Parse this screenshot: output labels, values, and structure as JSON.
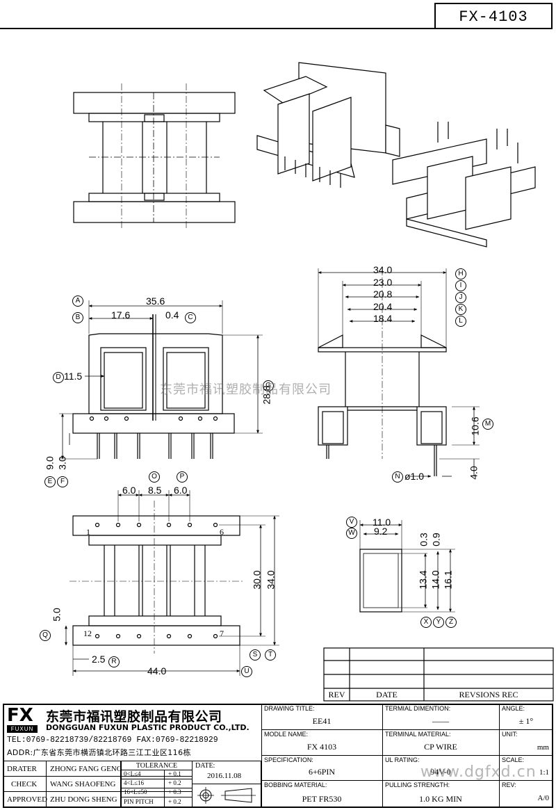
{
  "part_number": "FX-4103",
  "watermark": "东莞市福讯塑胶制品有限公司",
  "url_watermark": "www.dgfxd.cn",
  "drawing": {
    "top": {
      "A": "35.6",
      "B_left": "17.6",
      "C_gap": "0.4",
      "D": "11.5",
      "H_vertical": "28.8",
      "E": "9.0",
      "F": "3.0",
      "callouts": [
        "A",
        "B",
        "C",
        "D",
        "G",
        "E",
        "F"
      ]
    },
    "right": {
      "dims": [
        "34.0",
        "23.0",
        "20.8",
        "20.4",
        "18.4"
      ],
      "letters": [
        "H",
        "I",
        "J",
        "K",
        "L"
      ],
      "M": "10.6",
      "N_dia": "ø1.0",
      "depth": "4.0",
      "M_letter": "M",
      "N_letter": "N"
    },
    "bottom": {
      "pitch_left": "6.0",
      "pitch_mid": "8.5",
      "pitch_right": "6.0",
      "pin1": "1",
      "pin6": "6",
      "pin7": "7",
      "pin12": "12",
      "height_inner": "30.0",
      "height_outer": "34.0",
      "Q": "5.0",
      "R": "2.5",
      "width": "44.0",
      "callouts": [
        "O",
        "P",
        "Q",
        "R",
        "S",
        "T",
        "U"
      ]
    },
    "small": {
      "V": "11.0",
      "W": "9.2",
      "t1": "0.3",
      "t2": "0.9",
      "h1": "13.4",
      "h2": "14.0",
      "h3": "16.1",
      "callouts": [
        "V",
        "W",
        "X",
        "Y",
        "Z"
      ]
    }
  },
  "revision_table": {
    "headers": [
      "REV",
      "DATE",
      "REVSIONS REC"
    ]
  },
  "company": {
    "logo": "FX",
    "logo_sub": "FUXUN",
    "name_cn": "东莞市福讯塑胶制品有限公司",
    "name_en": "DONGGUAN FUXUN PLASTIC PRODUCT CO.,LTD.",
    "tel": "TEL:0769-82218739/82218769 FAX:0769-82218929",
    "addr": "ADDR:广东省东莞市横沥镇北环路三江工业区116栋"
  },
  "staff": [
    {
      "role": "DRATER",
      "name": "ZHONG FANG GENG"
    },
    {
      "role": "CHECK",
      "name": "WANG SHAOFENG"
    },
    {
      "role": "APPROVED",
      "name": "ZHU DONG SHENG"
    }
  ],
  "tolerance": {
    "title": "TOLERANCE",
    "rows": [
      {
        "range": "0<L≤4",
        "val": "+ 0.1"
      },
      {
        "range": "4<L≤16",
        "val": "+ 0.2"
      },
      {
        "range": "16<L≤50",
        "val": "+ 0.3"
      },
      {
        "range": "PIN PITCH",
        "val": "+ 0.2"
      }
    ]
  },
  "date_label": "DATE:",
  "date_value": "2016.11.08",
  "fields": {
    "drawing_title_label": "DRAWING TITLE:",
    "drawing_title": "EE41",
    "model_name_label": "MODLE NAME:",
    "model_name": "FX 4103",
    "spec_label": "SPECIFICATION:",
    "spec": "6+6PIN",
    "bobbin_label": "BOBBING MATERIAL:",
    "bobbin": "PET FR530",
    "term_dim_label": "TERMIAL DIMENTION:",
    "term_dim": "——",
    "term_mat_label": "TERMINAL MATERIAL:",
    "term_mat": "CP WIRE",
    "ul_label": "UL RATING:",
    "ul": "94V-0",
    "pull_label": "PULLING STRENGTH:",
    "pull": "1.0 KG MIN",
    "angle_label": "ANGLE:",
    "angle": "± 1°",
    "unit_label": "UNIT:",
    "unit": "mm",
    "scale_label": "SCALE:",
    "scale": "1:1",
    "rev_label": "REV:",
    "rev": "A/0"
  }
}
